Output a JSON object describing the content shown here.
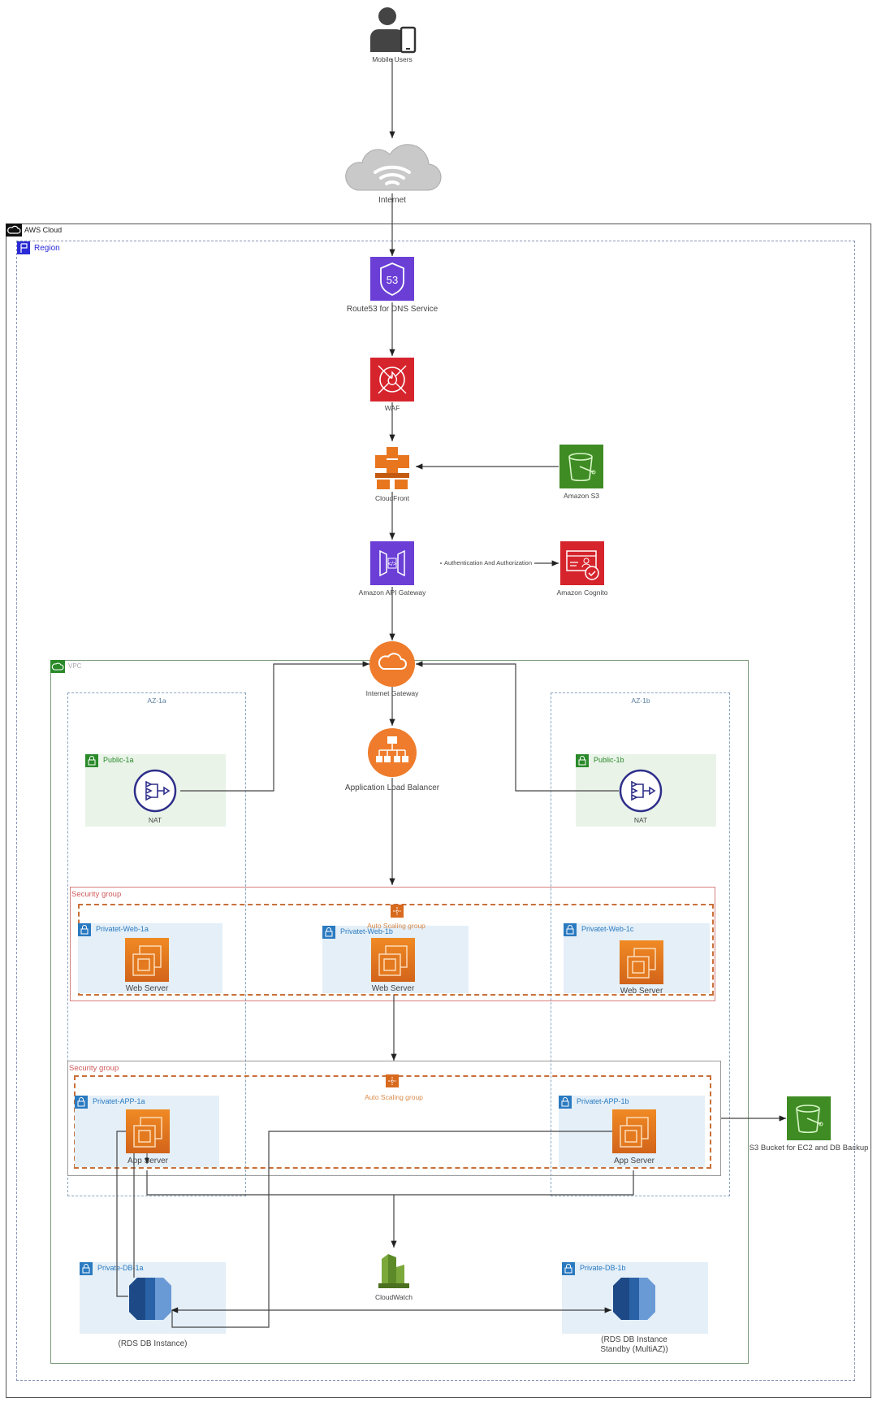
{
  "diagram": {
    "users": {
      "label": "Mobile Users",
      "icon": "mobile-user-icon"
    },
    "internet": {
      "label": "Internet",
      "icon": "internet-cloud-icon"
    },
    "aws_cloud": {
      "label": "AWS Cloud"
    },
    "region": {
      "label": "Region"
    },
    "route53": {
      "label": "Route53 for DNS Service",
      "badge": "53",
      "color": "#6b3fd6"
    },
    "waf": {
      "label": "WAF",
      "color": "#d6242d"
    },
    "cloudfront": {
      "label": "CloudFront",
      "color": "#e8761e"
    },
    "s3": {
      "label": "Amazon S3",
      "color": "#3f8c24"
    },
    "api_gateway": {
      "label": "Amazon API Gateway",
      "color": "#6b3fd6"
    },
    "auth_edge": {
      "label": "Authentication And Authorization"
    },
    "cognito": {
      "label": "Amazon Cognito",
      "color": "#d6242d"
    },
    "vpc": {
      "label": "VPC",
      "color": "#2a8a2a"
    },
    "igw": {
      "label": "Internet Gateway",
      "color": "#ef7c2c"
    },
    "alb": {
      "label": "Application Load Balancer",
      "color": "#ef7c2c"
    },
    "az": [
      {
        "label": "AZ-1a"
      },
      {
        "label": "AZ-1b"
      }
    ],
    "public_subnets": [
      {
        "label": "Public-1a",
        "node": "NAT"
      },
      {
        "label": "Public-1b",
        "node": "NAT"
      }
    ],
    "web_tier": {
      "security_group": "Security group",
      "asg": "Auto Scaling group",
      "subnets": [
        {
          "label": "Privatet-Web-1a",
          "node": "Web Server"
        },
        {
          "label": "Privatet-Web-1b",
          "node": "Web Server"
        },
        {
          "label": "Privatet-Web-1c",
          "node": "Web Server"
        }
      ]
    },
    "app_tier": {
      "security_group": "Security group",
      "asg": "Auto Scaling group",
      "subnets": [
        {
          "label": "Privatet-APP-1a",
          "node": "App Server"
        },
        {
          "label": "Privatet-APP-1b",
          "node": "App Server"
        }
      ]
    },
    "backup_s3": {
      "label": "S3 Bucket for EC2 and DB Backup",
      "color": "#3f8c24"
    },
    "cloudwatch": {
      "label": "CloudWatch",
      "color": "#6d9a2f"
    },
    "db_tier": {
      "subnets": [
        {
          "label": "Private-DB-1a",
          "node": "(RDS DB Instance)"
        },
        {
          "label": "Private-DB-1b",
          "node_line1": "(RDS DB Instance",
          "node_line2": "Standby (MultiAZ))"
        }
      ]
    }
  }
}
